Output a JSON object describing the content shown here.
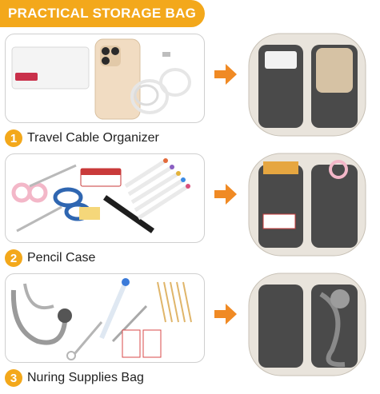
{
  "banner": {
    "title": "PRACTICAL STORAGE BAG"
  },
  "sections": [
    {
      "number": "1",
      "label": "Travel Cable Organizer"
    },
    {
      "number": "2",
      "label": "Pencil Case"
    },
    {
      "number": "3",
      "label": "Nuring Supplies Bag"
    }
  ],
  "colors": {
    "accent": "#f3a81b",
    "bag": "#e9e4dc",
    "mesh": "#4a4a4a"
  }
}
